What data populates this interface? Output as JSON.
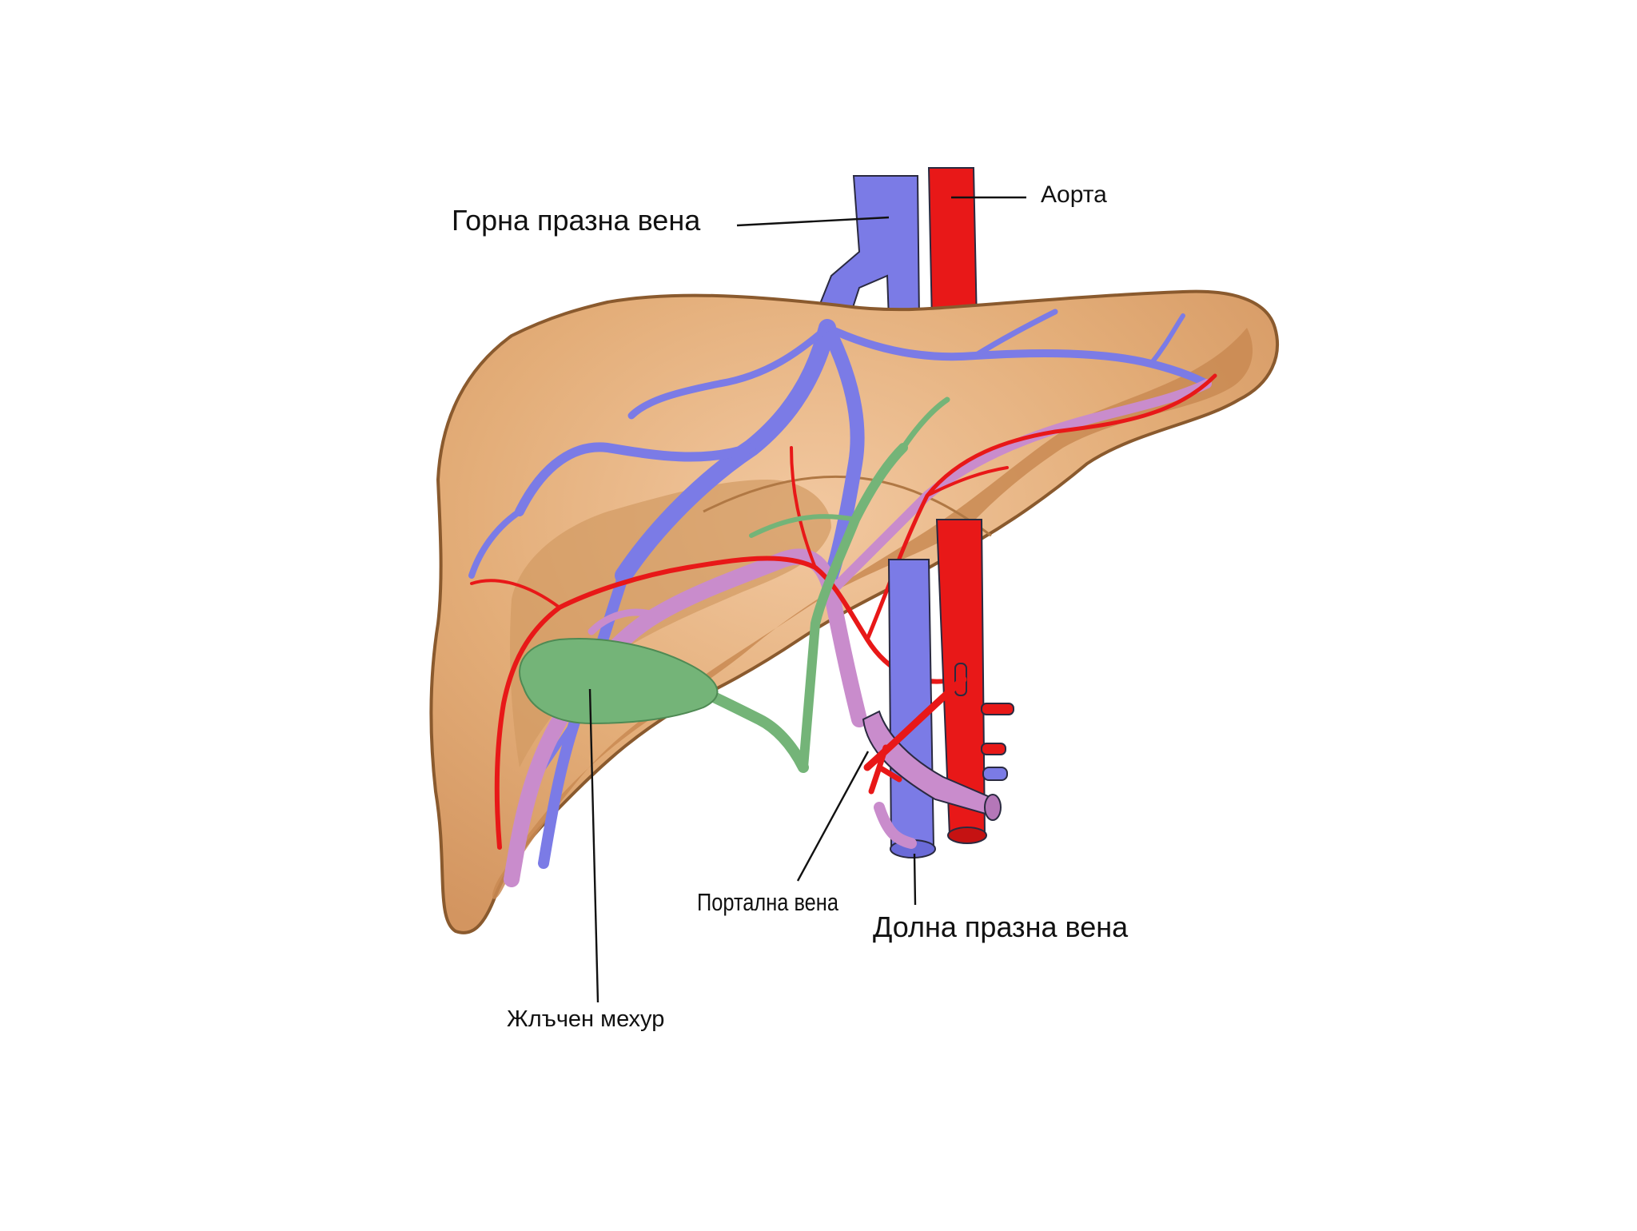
{
  "labels": {
    "superior_vena_cava": "Горна празна вена",
    "aorta": "Аорта",
    "portal_vein": "Портална вена",
    "inferior_vena_cava": "Долна празна вена",
    "gallbladder": "Жлъчен мехур"
  },
  "colors": {
    "background": "#ffffff",
    "liver_fill": "#e3ad78",
    "liver_dark": "#c98a52",
    "liver_outline": "#8a5a2e",
    "vein_blue": "#7b7be6",
    "artery_red": "#e81818",
    "portal_purple": "#c98ccc",
    "bile_green": "#74b478"
  }
}
